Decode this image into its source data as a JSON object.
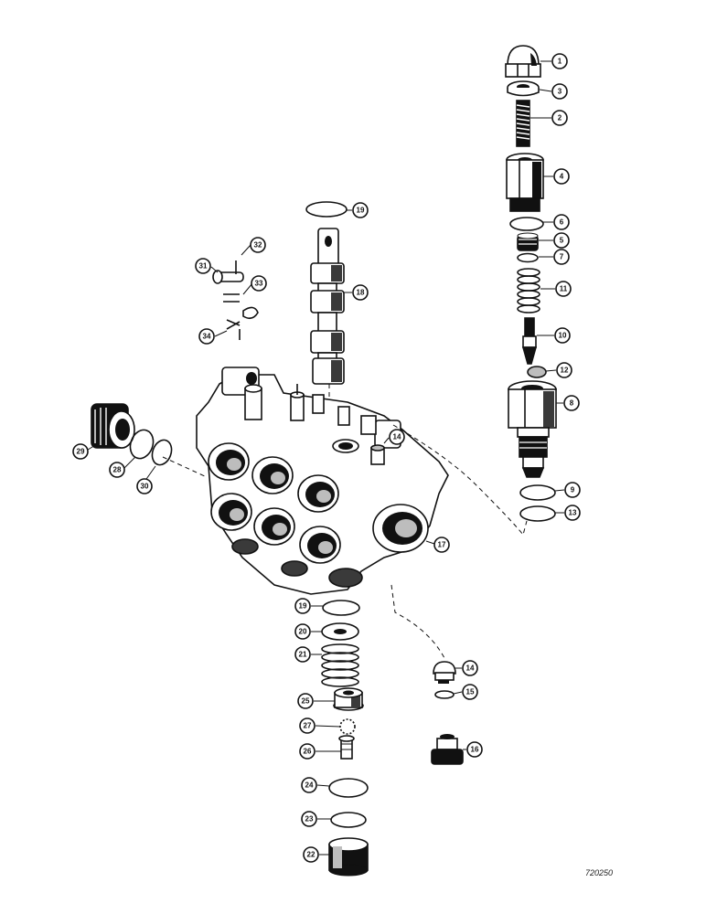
{
  "figure_id": "720250",
  "callouts": [
    {
      "id": "c1",
      "label": "1"
    },
    {
      "id": "c3",
      "label": "3"
    },
    {
      "id": "c2",
      "label": "2"
    },
    {
      "id": "c4",
      "label": "4"
    },
    {
      "id": "c6",
      "label": "6"
    },
    {
      "id": "c5",
      "label": "5"
    },
    {
      "id": "c7",
      "label": "7"
    },
    {
      "id": "c11",
      "label": "11"
    },
    {
      "id": "c10",
      "label": "10"
    },
    {
      "id": "c12",
      "label": "12"
    },
    {
      "id": "c8",
      "label": "8"
    },
    {
      "id": "c9",
      "label": "9"
    },
    {
      "id": "c13",
      "label": "13"
    },
    {
      "id": "c19a",
      "label": "19"
    },
    {
      "id": "c18",
      "label": "18"
    },
    {
      "id": "c32",
      "label": "32"
    },
    {
      "id": "c31",
      "label": "31"
    },
    {
      "id": "c33",
      "label": "33"
    },
    {
      "id": "c34",
      "label": "34"
    },
    {
      "id": "c14a",
      "label": "14"
    },
    {
      "id": "c17",
      "label": "17"
    },
    {
      "id": "c29",
      "label": "29"
    },
    {
      "id": "c28",
      "label": "28"
    },
    {
      "id": "c30",
      "label": "30"
    },
    {
      "id": "c19b",
      "label": "19"
    },
    {
      "id": "c20",
      "label": "20"
    },
    {
      "id": "c21",
      "label": "21"
    },
    {
      "id": "c25",
      "label": "25"
    },
    {
      "id": "c27",
      "label": "27"
    },
    {
      "id": "c26",
      "label": "26"
    },
    {
      "id": "c24",
      "label": "24"
    },
    {
      "id": "c23",
      "label": "23"
    },
    {
      "id": "c22",
      "label": "22"
    },
    {
      "id": "c14b",
      "label": "14"
    },
    {
      "id": "c15",
      "label": "15"
    },
    {
      "id": "c16",
      "label": "16"
    }
  ]
}
